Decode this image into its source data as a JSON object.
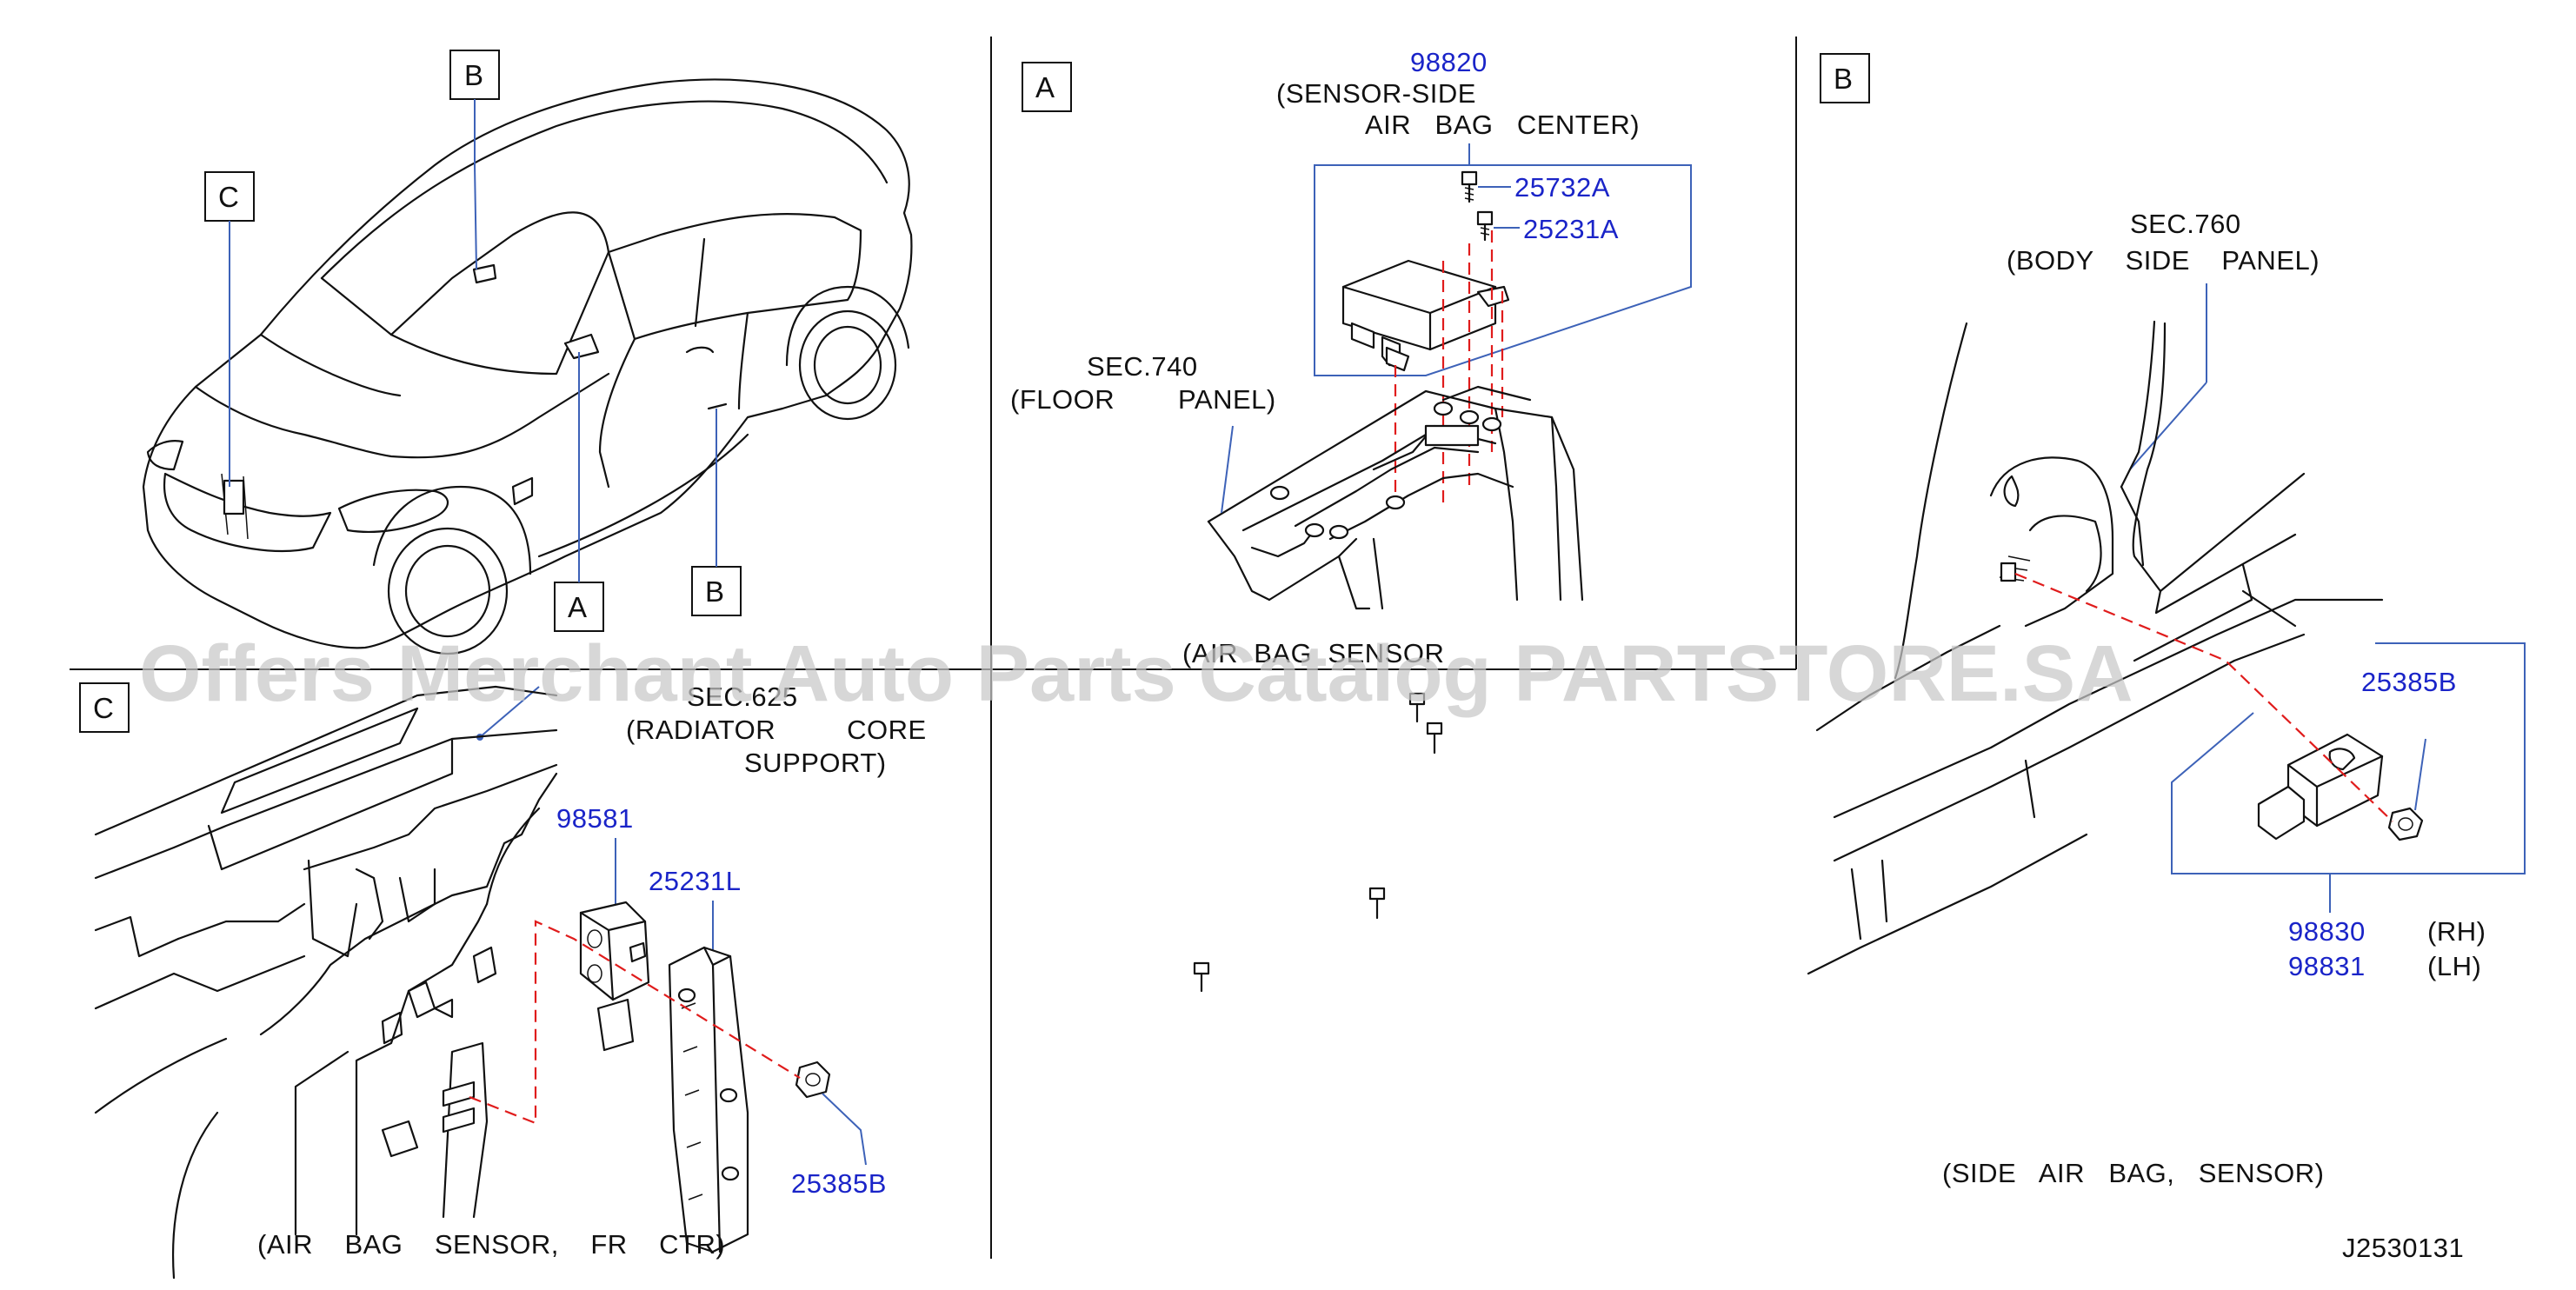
{
  "watermark": "Offers Merchant Auto Parts Catalog PARTSTORE.SA",
  "diagram_code": "J2530131",
  "panel_a": {
    "letter": "A",
    "part_center": "98820",
    "name_line1": "(SENSOR-SIDE",
    "name_line2": "AIR   BAG   CENTER)",
    "bolt1": "25732A",
    "bolt2": "25231A",
    "sec_line1": "SEC.740",
    "sec_line2": "(FLOOR        PANEL)",
    "caption": "(AIR  BAG  SENSOR"
  },
  "panel_b": {
    "letter": "B",
    "sec_line1": "SEC.760",
    "sec_line2": "(BODY    SIDE    PANEL)",
    "nut": "25385B",
    "part_rh": "98830",
    "part_lh": "98831",
    "rh": "(RH)",
    "lh": "(LH)",
    "caption": "(SIDE   AIR   BAG,   SENSOR)"
  },
  "panel_c": {
    "letter": "C",
    "sec_line1": "SEC.625",
    "sec_line2": "(RADIATOR         CORE",
    "sec_line3": "SUPPORT)",
    "sensor": "98581",
    "bolt": "25231L",
    "nut": "25385B",
    "caption": "(AIR    BAG    SENSOR,    FR    CTR)"
  },
  "overview": {
    "tag_a": "A",
    "tag_b_top": "B",
    "tag_b_side": "B",
    "tag_c": "C"
  }
}
